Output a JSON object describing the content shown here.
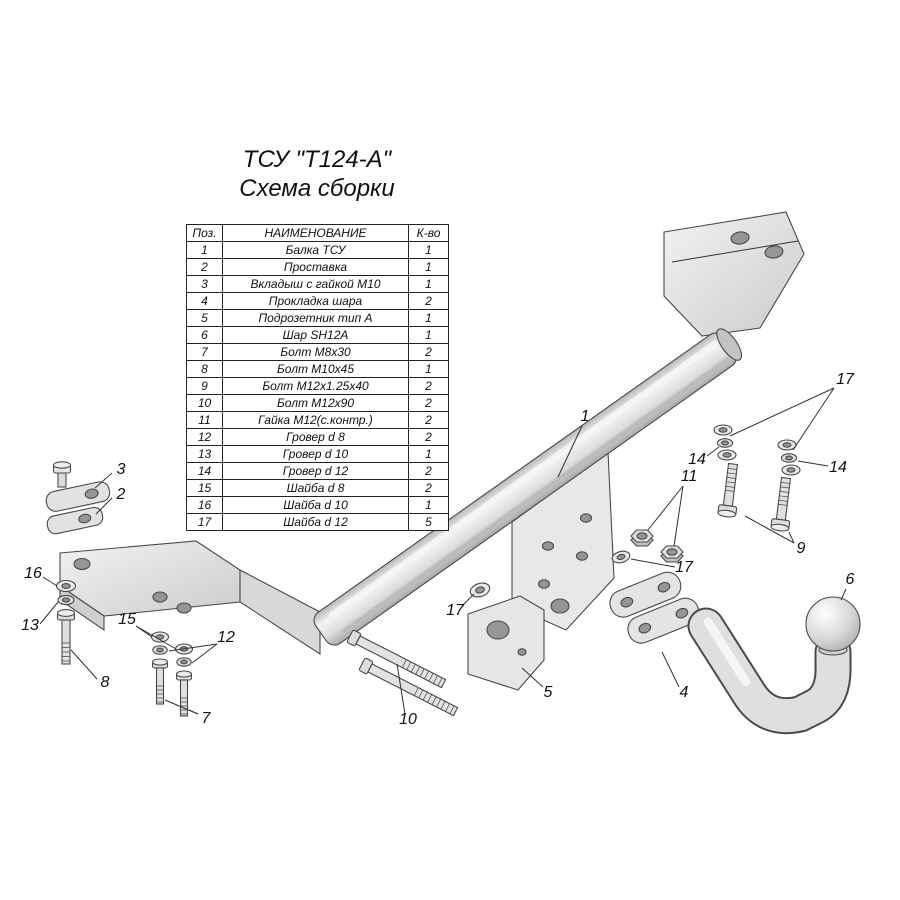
{
  "title": {
    "line1": "ТСУ \"Т124-А\"",
    "line2": "Схема сборки"
  },
  "table": {
    "headers": [
      "Поз.",
      "НАИМЕНОВАНИЕ",
      "К-во"
    ],
    "rows": [
      [
        "1",
        "Балка ТСУ",
        "1"
      ],
      [
        "2",
        "Проставка",
        "1"
      ],
      [
        "3",
        "Вкладыш с гайкой М10",
        "1"
      ],
      [
        "4",
        "Прокладка шара",
        "2"
      ],
      [
        "5",
        "Подрозетник тип А",
        "1"
      ],
      [
        "6",
        "Шар SH12A",
        "1"
      ],
      [
        "7",
        "Болт М8х30",
        "2"
      ],
      [
        "8",
        "Болт М10х45",
        "1"
      ],
      [
        "9",
        "Болт М12х1.25х40",
        "2"
      ],
      [
        "10",
        "Болт М12х90",
        "2"
      ],
      [
        "11",
        "Гайка М12(с.контр.)",
        "2"
      ],
      [
        "12",
        "Гровер d 8",
        "2"
      ],
      [
        "13",
        "Гровер d 10",
        "1"
      ],
      [
        "14",
        "Гровер d 12",
        "2"
      ],
      [
        "15",
        "Шайба d 8",
        "2"
      ],
      [
        "16",
        "Шайба d 10",
        "1"
      ],
      [
        "17",
        "Шайба d 12",
        "5"
      ]
    ]
  },
  "callouts": {
    "1": "1",
    "2": "2",
    "3": "3",
    "4": "4",
    "5": "5",
    "6": "6",
    "7": "7",
    "8": "8",
    "9": "9",
    "10": "10",
    "11": "11",
    "12": "12",
    "13": "13",
    "14": "14",
    "15": "15",
    "16": "16",
    "17": "17"
  },
  "colors": {
    "outline": "#4a4a4a",
    "metal_light": "#ececec",
    "metal_mid": "#d8d8d8",
    "leader": "#333333",
    "text": "#111111"
  }
}
